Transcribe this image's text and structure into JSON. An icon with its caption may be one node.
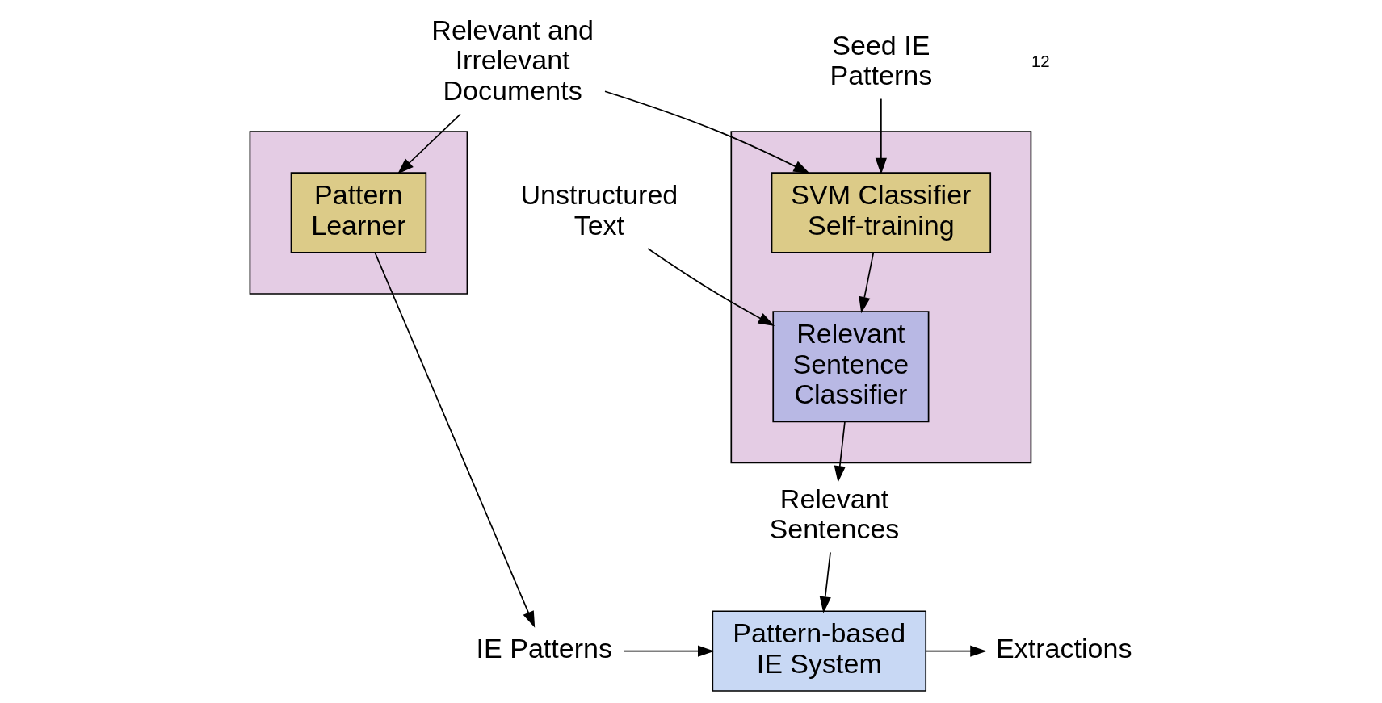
{
  "diagram": {
    "nodes": [
      {
        "text": [
          "Seed IE Patterns"
        ]
      },
      {
        "text": [],
        "shape": "box"
      },
      {
        "text": [
          "SVM Classifier Self-training"
        ],
        "in": 1
      },
      {
        "text": [
          "Relevant Sentence Classifier"
        ],
        "in": 1
      },
      {
        "text": [
          "Relevant and Irrelevant Documents"
        ]
      },
      {
        "text": [
          "Unstructured Text"
        ]
      },
      {
        "text": [
          "Relevant Sentences"
        ]
      },
      {
        "text": [],
        "shape": "box"
      },
      {
        "text": [
          "Pattern Learner"
        ],
        "in": 7
      },
      {
        "text": [
          "Pattern-based IE System"
        ]
      },
      {
        "text": [
          "IE Patterns"
        ]
      },
      {
        "text": [
          "Extractions"
        ]
      }
    ],
    "edges": [
      {
        "from": 0,
        "to": 2,
        "arrow": "to"
      },
      {
        "from": 4,
        "to": 2,
        "arrow": "to"
      },
      {
        "from": 2,
        "to": 3,
        "arrow": "to"
      },
      {
        "from": 5,
        "to": 3,
        "arrow": "to"
      },
      {
        "from": 3,
        "to": 6,
        "arrow": "to"
      },
      {
        "from": 4,
        "to": 8,
        "arrow": "to"
      },
      {
        "from": 6,
        "to": 9,
        "arrow": "to"
      },
      {
        "from": 8,
        "to": 10,
        "arrow": "to"
      },
      {
        "from": 10,
        "to": 9,
        "arrow": "to"
      },
      {
        "from": 9,
        "to": 11,
        "arrow": "to"
      }
    ],
    "labels": [
      "12"
    ]
  }
}
